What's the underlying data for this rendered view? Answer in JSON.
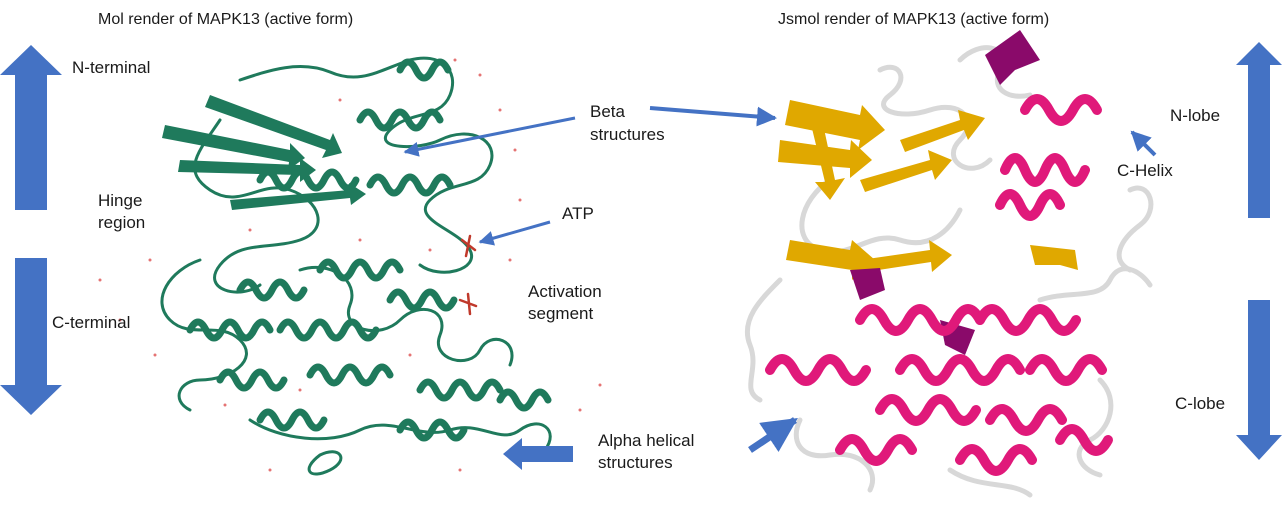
{
  "left_panel": {
    "title": "Mol render of MAPK13 (active form)",
    "labels": {
      "n_terminal": "N-terminal",
      "hinge_region_line1": "Hinge",
      "hinge_region_line2": "region",
      "c_terminal": "C-terminal",
      "atp": "ATP",
      "activation_segment_line1": "Activation",
      "activation_segment_line2": "segment"
    },
    "ribbon_color": "#1f7a5c"
  },
  "right_panel": {
    "title": "Jsmol render of MAPK13 (active form)",
    "labels": {
      "n_lobe": "N-lobe",
      "c_helix": "C-Helix",
      "c_lobe": "C-lobe"
    },
    "helix_color": "#e0197a",
    "strand_color": "#e0a800",
    "turn_color": "#8a0a6a",
    "coil_color": "#d8d8d8"
  },
  "shared_labels": {
    "beta_line1": "Beta",
    "beta_line2": "structures",
    "alpha_line1": "Alpha helical",
    "alpha_line2": "structures"
  },
  "arrow_color": "#4472c4"
}
